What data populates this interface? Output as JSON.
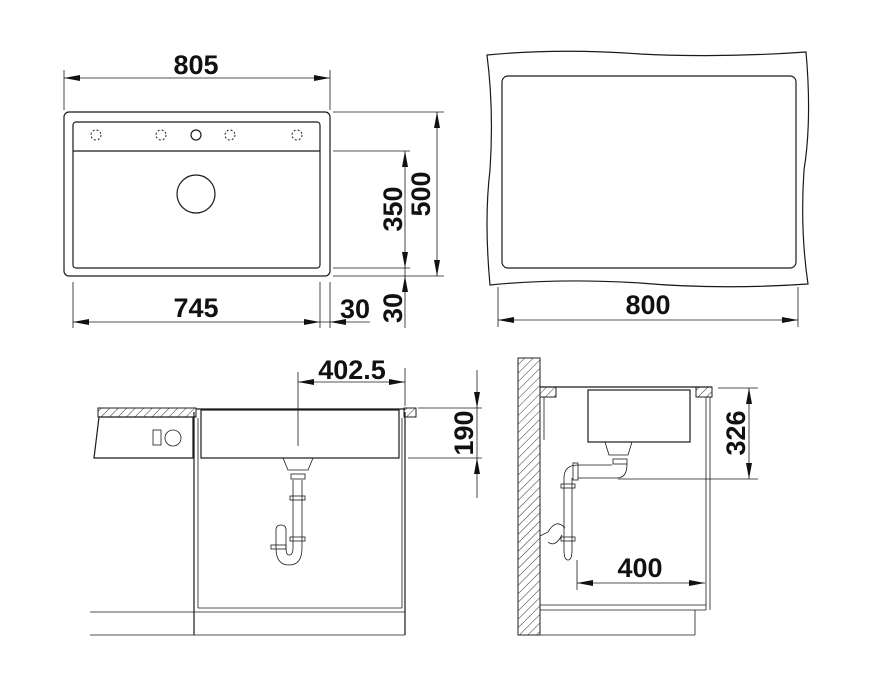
{
  "top_view": {
    "width_outer": "805",
    "width_inner": "745",
    "rim_side": "30",
    "depth_outer": "500",
    "depth_bowl": "350",
    "rim_front": "30"
  },
  "cutout_view": {
    "width": "800"
  },
  "front_section": {
    "drain_offset": "402.5",
    "bowl_depth": "190"
  },
  "side_section": {
    "drain_height": "326",
    "trap_distance": "400"
  }
}
